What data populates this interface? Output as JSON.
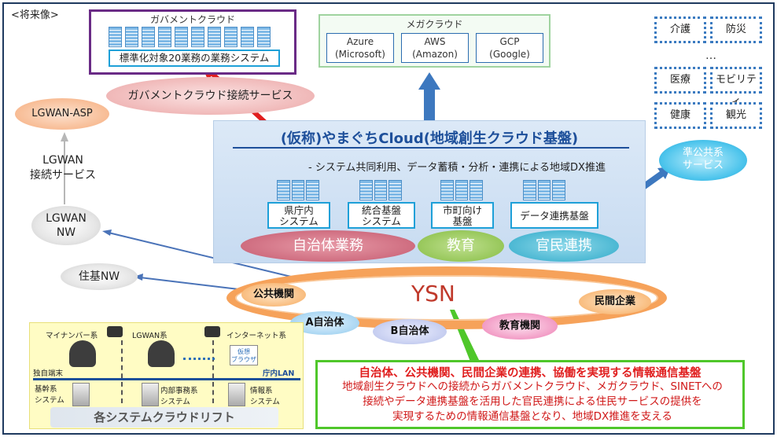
{
  "header": {
    "tag": "<将来像>"
  },
  "gov_cloud": {
    "title": "ガバメントクラウド",
    "system": "標準化対象20業務の業務システム"
  },
  "mega_cloud": {
    "title": "メガクラウド",
    "providers": [
      {
        "name": "Azure",
        "vendor": "(Microsoft)"
      },
      {
        "name": "AWS",
        "vendor": "(Amazon)"
      },
      {
        "name": "GCP",
        "vendor": "(Google)"
      }
    ]
  },
  "services": [
    "介護",
    "防災",
    "医療",
    "モビリティ",
    "健康",
    "観光"
  ],
  "services_more": "…",
  "gov_connect": "ガバメントクラウド接続サービス",
  "lgwan_asp": "LGWAN-ASP",
  "lgwan_connect": {
    "line1": "LGWAN",
    "line2": "接続サービス"
  },
  "lgwan_nw": {
    "line1": "LGWAN",
    "line2": "NW"
  },
  "juki_nw": "住基NW",
  "quasi_public": {
    "line1": "準公共系",
    "line2": "サービス"
  },
  "yamaguchi_cloud": {
    "title": "(仮称)やまぐちCloud(地域創生クラウド基盤)",
    "subtitle": "- システム共同利用、データ蓄積・分析・連携による地域DX推進",
    "systems": [
      {
        "line1": "県庁内",
        "line2": "システム"
      },
      {
        "line1": "統合基盤",
        "line2": "システム"
      },
      {
        "line1": "市町向け",
        "line2": "基盤"
      },
      {
        "line1": "データ連携基盤",
        "line2": ""
      }
    ],
    "groups": [
      "自治体業務",
      "教育",
      "官民連携"
    ]
  },
  "ysn": {
    "label": "YSN",
    "nodes": [
      "公共機関",
      "民間企業",
      "A自治体",
      "B自治体",
      "教育機関"
    ]
  },
  "bottom_left": {
    "zones": [
      "マイナンバー系",
      "LGWAN系",
      "インターネット系"
    ],
    "virtual_browser": {
      "line1": "仮想",
      "line2": "ブラウザ"
    },
    "own_terminal": "独自端末",
    "lan": "庁内LAN",
    "servers": [
      {
        "line1": "基幹系",
        "line2": "システム"
      },
      {
        "line1": "内部事務系",
        "line2": "システム"
      },
      {
        "line1": "情報系",
        "line2": "システム"
      }
    ],
    "footer": "各システムクラウドリフト"
  },
  "callout": {
    "headline": "自治体、公共機関、民間企業の連携、協働を実現する情報通信基盤",
    "body_lines": [
      "地域創生クラウドへの接続からガバメントクラウド、メガクラウド、SINETへの",
      "接続やデータ連携基盤を活用した官民連携による住民サービスの提供を",
      "実現するための情報通信基盤となり、地域DX推進を支える"
    ]
  }
}
